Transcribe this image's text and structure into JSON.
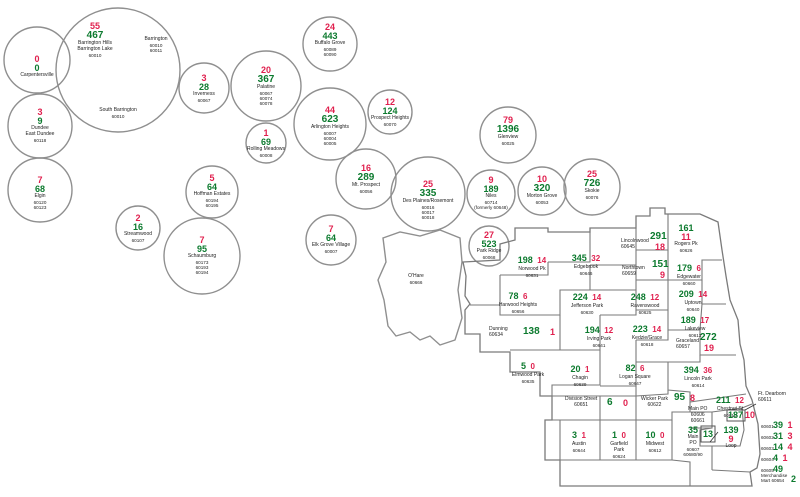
{
  "suburbs": [
    {
      "red": "55",
      "green": "467",
      "lines": [
        "Barrington Hills",
        "Barrington Lake",
        "60010"
      ]
    },
    {
      "lines": [
        "Barrington",
        "60010",
        "60011"
      ]
    },
    {
      "lines": [
        "South Barrington",
        "60010"
      ]
    },
    {
      "red": "0",
      "green": "0",
      "lines": [
        "Carpentersville"
      ]
    },
    {
      "red": "3",
      "green": "9",
      "lines": [
        "Dundee",
        "East Dundee",
        "60118"
      ]
    },
    {
      "red": "7",
      "green": "68",
      "lines": [
        "Elgin",
        "60120",
        "60123"
      ]
    },
    {
      "red": "24",
      "green": "443",
      "lines": [
        "Buffalo Grove",
        "60089",
        "60090"
      ]
    },
    {
      "red": "3",
      "green": "28",
      "lines": [
        "Inverness",
        "60067"
      ]
    },
    {
      "red": "20",
      "green": "367",
      "lines": [
        "Palatine",
        "60067",
        "60074",
        "60078"
      ]
    },
    {
      "red": "1",
      "green": "69",
      "lines": [
        "Rolling Meadows",
        "60008"
      ]
    },
    {
      "red": "44",
      "green": "623",
      "lines": [
        "Arlington Heights",
        "60007",
        "60004",
        "60005"
      ]
    },
    {
      "red": "12",
      "green": "124",
      "lines": [
        "Prospect Heights",
        "60070"
      ]
    },
    {
      "red": "79",
      "green": "1396",
      "lines": [
        "Glenview",
        "60025"
      ]
    },
    {
      "red": "16",
      "green": "289",
      "lines": [
        "Mt. Prospect",
        "60056"
      ]
    },
    {
      "red": "5",
      "green": "64",
      "lines": [
        "Hoffman Estates",
        "60194",
        "60195"
      ]
    },
    {
      "red": "25",
      "green": "335",
      "lines": [
        "Des Plaines/Rosemont",
        "60016",
        "60017",
        "60018"
      ]
    },
    {
      "red": "9",
      "green": "189",
      "lines": [
        "Niles",
        "60714",
        "(formerly 60648)"
      ]
    },
    {
      "red": "10",
      "green": "320",
      "lines": [
        "Morton Grove",
        "60053"
      ]
    },
    {
      "red": "25",
      "green": "726",
      "lines": [
        "Skokie",
        "60076"
      ]
    },
    {
      "red": "2",
      "green": "16",
      "lines": [
        "Streamwood",
        "60107"
      ]
    },
    {
      "red": "7",
      "green": "95",
      "lines": [
        "Schaumburg",
        "60173",
        "60193",
        "60194"
      ]
    },
    {
      "red": "7",
      "green": "64",
      "lines": [
        "Elk Grove Village",
        "60007"
      ]
    },
    {
      "red": "27",
      "green": "523",
      "lines": [
        "Park Ridge",
        "60068"
      ]
    }
  ],
  "ohare": {
    "lines": [
      "O'Hare",
      "60666"
    ]
  },
  "neighborhoods": [
    {
      "green": "198",
      "red": "14",
      "lines": [
        "Norwood Pk",
        "60631"
      ]
    },
    {
      "green": "345",
      "red": "32",
      "lines": [
        "Edgebrook",
        "60646"
      ]
    },
    {
      "green": "291",
      "red": "18",
      "lines": [
        "Lincolnwood",
        "60645"
      ]
    },
    {
      "green": "161",
      "red": "11",
      "lines": [
        "Rogers Pk",
        "60626"
      ]
    },
    {
      "green": "151",
      "red": "9",
      "lines": [
        "Northtown",
        "60659"
      ]
    },
    {
      "green": "179",
      "red": "6",
      "lines": [
        "Edgewater",
        "60660"
      ]
    },
    {
      "green": "78",
      "red": "6",
      "lines": [
        "Harwood Heights",
        "60656"
      ]
    },
    {
      "green": "224",
      "red": "14",
      "lines": [
        "Jefferson Park",
        "60630"
      ]
    },
    {
      "green": "248",
      "red": "12",
      "lines": [
        "Ravenswood",
        "60625"
      ]
    },
    {
      "green": "209",
      "red": "14",
      "lines": [
        "Uptown",
        "60640"
      ]
    },
    {
      "green": "189",
      "red": "17",
      "lines": [
        "Lakeview",
        "60613"
      ]
    },
    {
      "green": "138",
      "red": "1",
      "lines": [
        "Dunning",
        "60634"
      ]
    },
    {
      "green": "194",
      "red": "12",
      "lines": [
        "Irving Park",
        "60641"
      ]
    },
    {
      "green": "223",
      "red": "14",
      "lines": [
        "Kedzie/Grace",
        "60618"
      ]
    },
    {
      "green": "272",
      "red": "19",
      "lines": [
        "Graceland",
        "60657"
      ]
    },
    {
      "green": "5",
      "red": "0",
      "lines": [
        "Elmwood Park",
        "60635"
      ]
    },
    {
      "green": "20",
      "red": "1",
      "lines": [
        "Chagin",
        "60639"
      ]
    },
    {
      "green": "82",
      "red": "6",
      "lines": [
        "Logan Square",
        "60647"
      ]
    },
    {
      "green": "394",
      "red": "36",
      "lines": [
        "Lincoln Park",
        "60614"
      ]
    },
    {
      "green": "211",
      "red": "12",
      "lines": [
        "Chestnut St",
        "60610"
      ]
    },
    {
      "lines": [
        "Division Street",
        "60651"
      ],
      "green": "6",
      "red": "0"
    },
    {
      "green": "95",
      "red": "8",
      "lines": [
        "Wicker Park",
        "60622"
      ]
    },
    {
      "lines": [
        "Ft. Dearborn",
        "60611"
      ]
    },
    {
      "green": "187",
      "red": "10"
    },
    {
      "green": "3",
      "red": "1",
      "lines": [
        "Austin",
        "60644"
      ]
    },
    {
      "green": "1",
      "red": "0",
      "lines": [
        "Garfield",
        "Park",
        "60624"
      ]
    },
    {
      "green": "10",
      "red": "0",
      "lines": [
        "Midwest",
        "60612"
      ]
    },
    {
      "lines": [
        "Main PO",
        "60606",
        "60661"
      ]
    },
    {
      "green": "35",
      "lines": [
        "Main",
        "PO",
        "60607",
        "60680/90"
      ]
    },
    {
      "green": "13"
    },
    {
      "green": "139",
      "red": "9",
      "lines": [
        "Loop"
      ]
    }
  ],
  "loop_list": [
    {
      "zip": "60601",
      "green": "39",
      "red": "1"
    },
    {
      "zip": "60602",
      "green": "31",
      "red": "3"
    },
    {
      "zip": "60603",
      "green": "14",
      "red": "4"
    },
    {
      "zip": "60604",
      "green": "4",
      "red": "1"
    },
    {
      "zip": "60605",
      "green": "49",
      "red": ""
    },
    {
      "zip": "Merchandise Mart 60654",
      "green": "2",
      "red": ""
    }
  ],
  "colors": {
    "red": "#e0204e",
    "green": "#0c7a2e",
    "outline": "#8a8a8a"
  }
}
